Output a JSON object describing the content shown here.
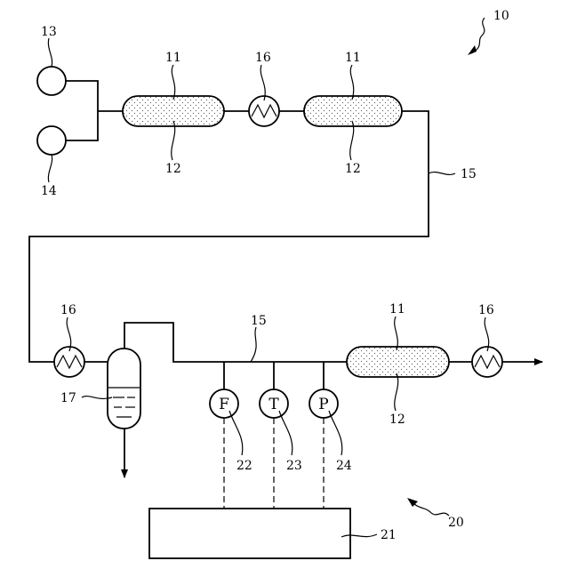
{
  "labels": {
    "system": "10",
    "reactor": "11",
    "catalyst": "12",
    "source_a": "13",
    "source_b": "14",
    "line": "15",
    "heat_exchanger": "16",
    "separator": "17",
    "controller_system": "20",
    "controller": "21",
    "flow_sensor": "22",
    "temperature_sensor": "23",
    "pressure_sensor": "24"
  },
  "sensor_letters": {
    "flow": "F",
    "temperature": "T",
    "pressure": "P"
  }
}
